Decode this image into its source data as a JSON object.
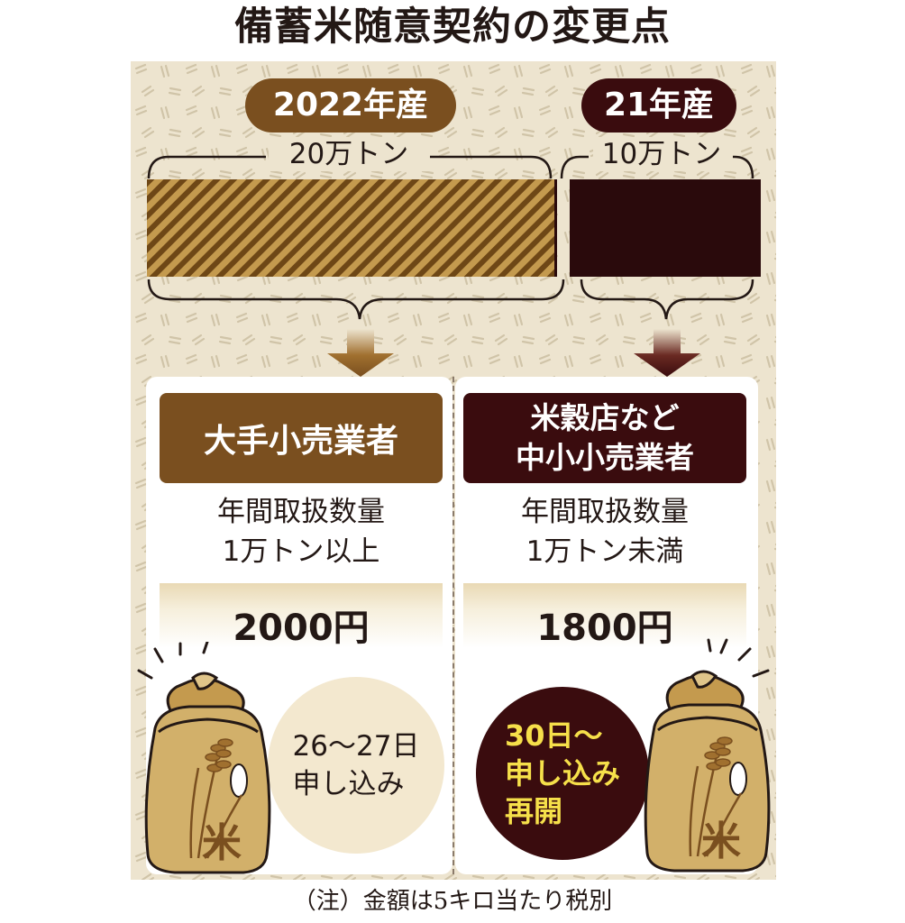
{
  "title": "備蓄米随意契約の変更点",
  "years": {
    "left": "2022年産",
    "right": "21年産"
  },
  "amounts": {
    "left": "20万トン",
    "right": "10万トン"
  },
  "categories": {
    "left": {
      "name": "大手小売業者",
      "volume_line1": "年間取扱数量",
      "volume_line2": "1万トン以上",
      "price": "2000円",
      "schedule_line1": "26〜27日",
      "schedule_line2": "申し込み"
    },
    "right": {
      "name_line1": "米穀店など",
      "name_line2": "中小小売業者",
      "volume_line1": "年間取扱数量",
      "volume_line2": "1万トン未満",
      "price": "1800円",
      "schedule_line1": "30日〜",
      "schedule_line2": "申し込み",
      "schedule_line3": "再開"
    }
  },
  "bag_label": "米",
  "note": "（注）金額は5キロ当たり税別",
  "colors": {
    "brown": "#7a4f1f",
    "dark": "#3a0c0e",
    "beige": "#ede4cf",
    "yellow": "#f6e04a"
  },
  "chart_data": {
    "type": "bar",
    "categories": [
      "2022年産",
      "21年産"
    ],
    "values": [
      20,
      10
    ],
    "value_labels": [
      "20万トン",
      "10万トン"
    ]
  }
}
